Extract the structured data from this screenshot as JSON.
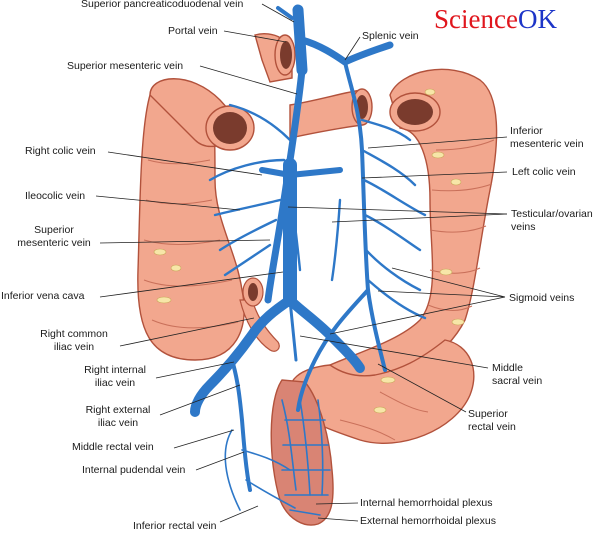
{
  "brand": {
    "part1": "Science",
    "part2": "OK",
    "color1": "#e0161d",
    "color2": "#1d35c8"
  },
  "colors": {
    "vein": "#2e78c8",
    "vein_dark": "#1b4f8a",
    "colon_fill": "#f2a78e",
    "colon_edge": "#b2523c",
    "lumen": "#7a3b2d",
    "rectum_fill": "#d98474",
    "fat": "#f7e6a8"
  },
  "labels": {
    "superior_pancreaticoduodenal_vein": "Superior pancreaticoduodenal vein",
    "portal_vein": "Portal vein",
    "splenic_vein": "Splenic vein",
    "superior_mesenteric_vein_top": "Superior mesenteric vein",
    "inferior_mesenteric_vein": "Inferior\nmesenteric vein",
    "right_colic_vein": "Right colic vein",
    "left_colic_vein": "Left colic vein",
    "ileocolic_vein": "Ileocolic vein",
    "testicular_ovarian_veins": "Testicular/ovarian\nveins",
    "superior_mesenteric_vein_left": "Superior\nmesenteric vein",
    "inferior_vena_cava": "Inferior vena cava",
    "sigmoid_veins": "Sigmoid veins",
    "right_common_iliac_vein": "Right common\niliac vein",
    "middle_sacral_vein": "Middle\nsacral vein",
    "right_internal_iliac_vein": "Right internal\niliac vein",
    "right_external_iliac_vein": "Right external\niliac vein",
    "superior_rectal_vein": "Superior\nrectal vein",
    "middle_rectal_vein": "Middle rectal vein",
    "internal_pudendal_vein": "Internal pudendal vein",
    "internal_hemorrhoidal_plexus": "Internal hemorrhoidal plexus",
    "external_hemorrhoidal_plexus": "External hemorrhoidal plexus",
    "inferior_rectal_vein": "Inferior rectal vein"
  }
}
